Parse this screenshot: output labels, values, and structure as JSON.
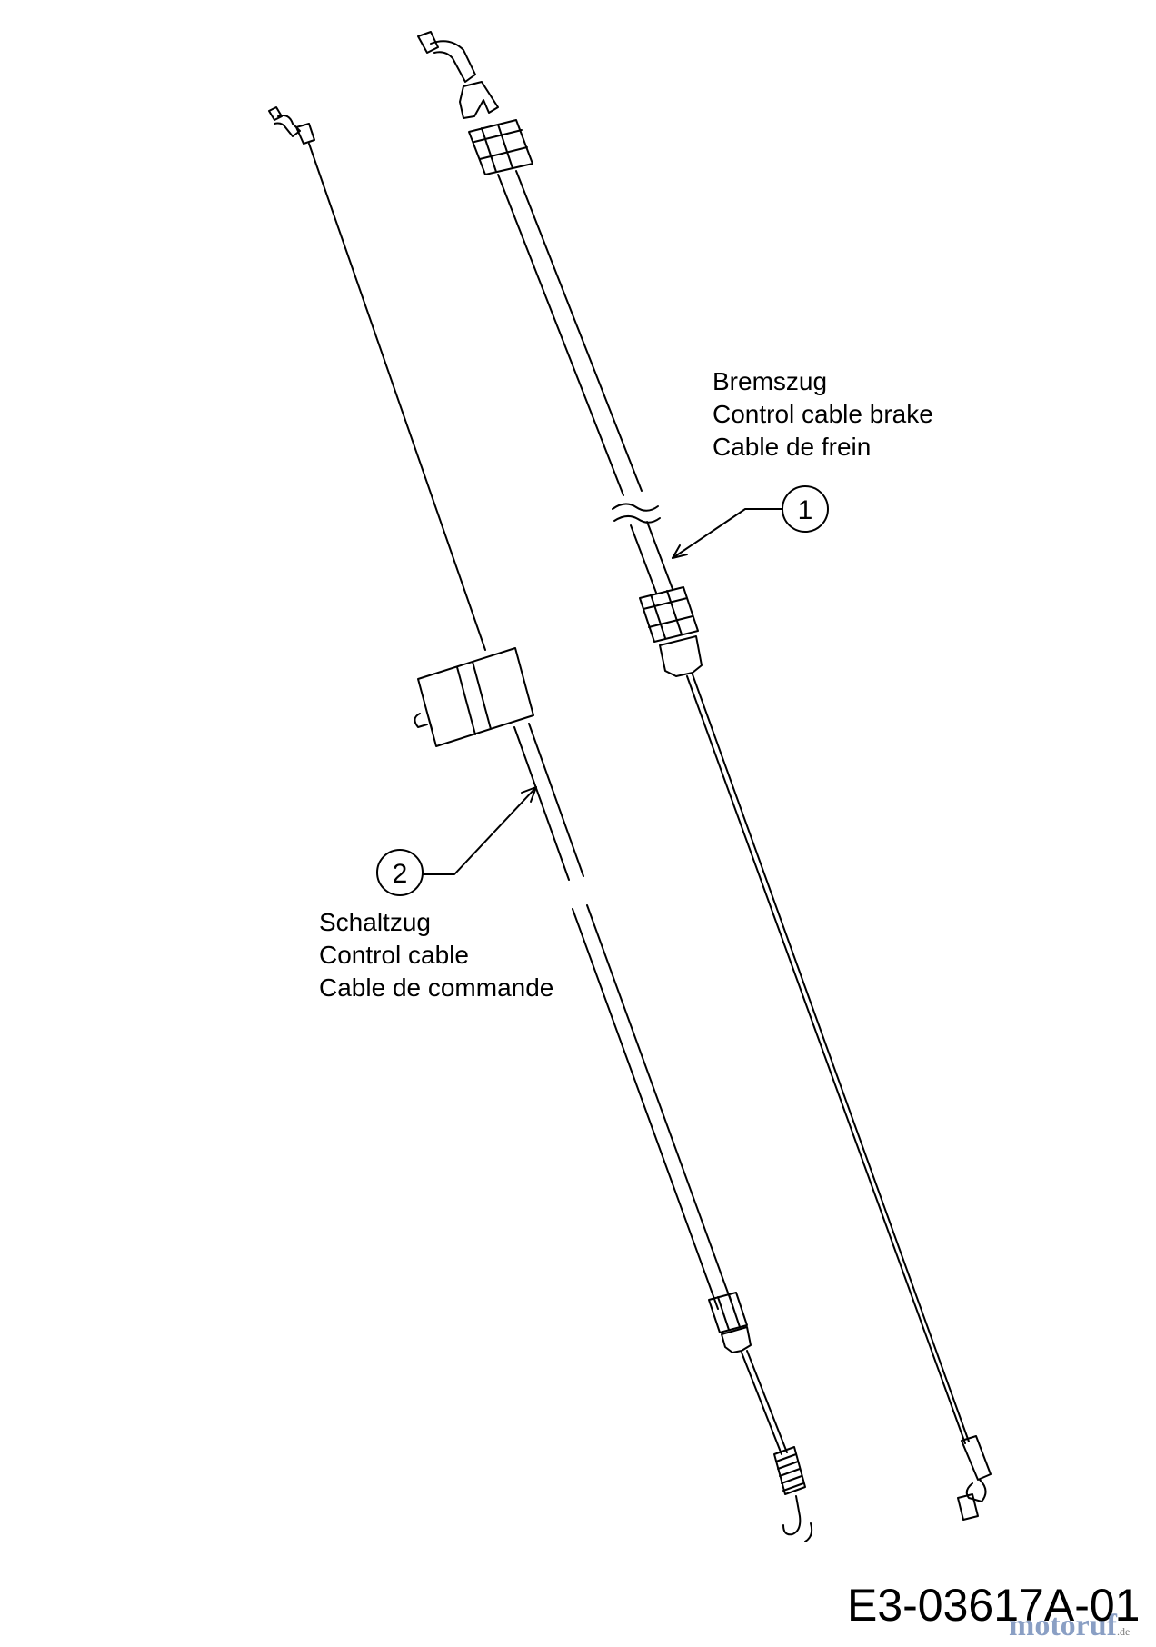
{
  "callouts": [
    {
      "number": "1",
      "lines": [
        "Bremszug",
        "Control cable brake",
        "Cable de frein"
      ]
    },
    {
      "number": "2",
      "lines": [
        "Schaltzug",
        "Control cable",
        "Cable de commande"
      ]
    }
  ],
  "drawing_number": "E3-03617A-01",
  "watermark": {
    "text": "motoruf",
    "tld": ".de"
  }
}
